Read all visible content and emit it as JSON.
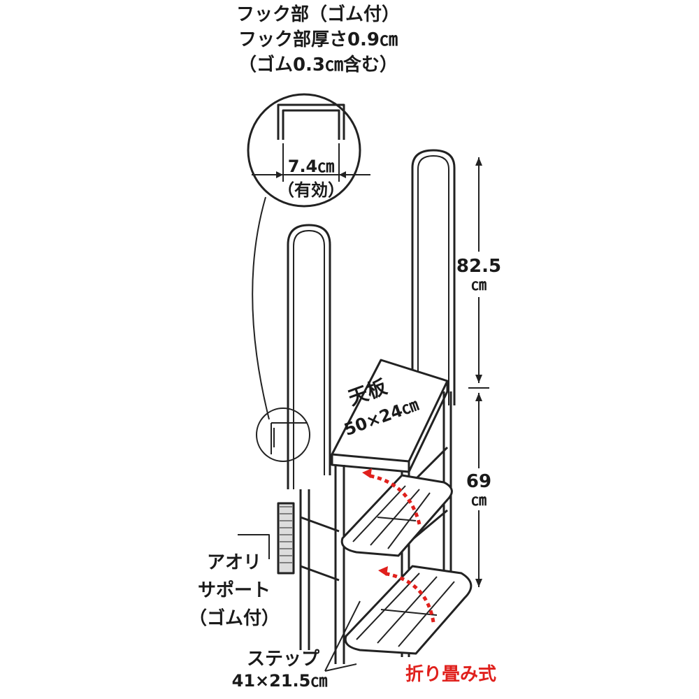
{
  "hook": {
    "line1": "フック部（ゴム付）",
    "line2": "フック部厚さ0.9㎝",
    "line3": "（ゴム0.3㎝含む）",
    "width": "7.4㎝",
    "width_note": "（有効）"
  },
  "height_upper": {
    "value": "82.5",
    "unit": "㎝"
  },
  "height_lower": {
    "value": "69",
    "unit": "㎝"
  },
  "top_board": {
    "label": "天板",
    "size": "50×24㎝"
  },
  "support": {
    "line1": "アオリ",
    "line2": "サポート",
    "line3": "（ゴム付）"
  },
  "step": {
    "label": "ステップ",
    "size": "41×21.5㎝"
  },
  "folding": {
    "label": "折り畳み式",
    "color": "#e0201c"
  }
}
